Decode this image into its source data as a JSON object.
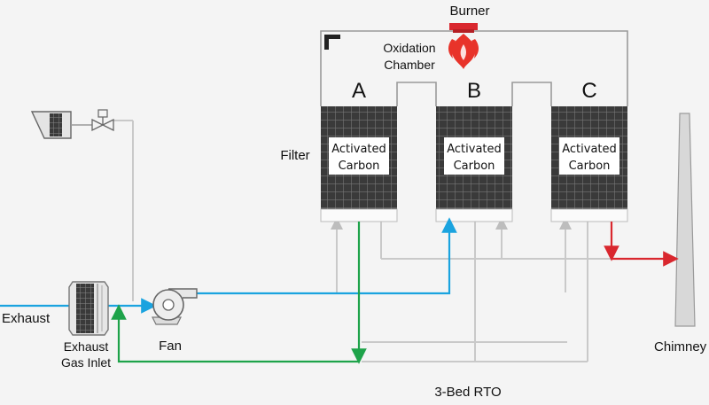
{
  "labels": {
    "burner": "Burner",
    "oxidation_line1": "Oxidation",
    "oxidation_line2": "Chamber",
    "filter": "Filter",
    "exhaust": "Exhaust",
    "exhaust_inlet_line1": "Exhaust",
    "exhaust_inlet_line2": "Gas Inlet",
    "fan": "Fan",
    "chimney": "Chimney",
    "system": "3-Bed RTO"
  },
  "beds": [
    {
      "letter": "A",
      "media_line1": "Activated",
      "media_line2": "Carbon"
    },
    {
      "letter": "B",
      "media_line1": "Activated",
      "media_line2": "Carbon"
    },
    {
      "letter": "C",
      "media_line1": "Activated",
      "media_line2": "Carbon"
    }
  ],
  "colors": {
    "inlet_flow": "#1aa3df",
    "purge_flow": "#1ea34a",
    "outlet_flow": "#d9272e",
    "idle_pipe": "#c9c9c9",
    "chamber_outline": "#9a9a9a",
    "media_fill": "#3d3d3d",
    "flame": "#e8332a"
  }
}
